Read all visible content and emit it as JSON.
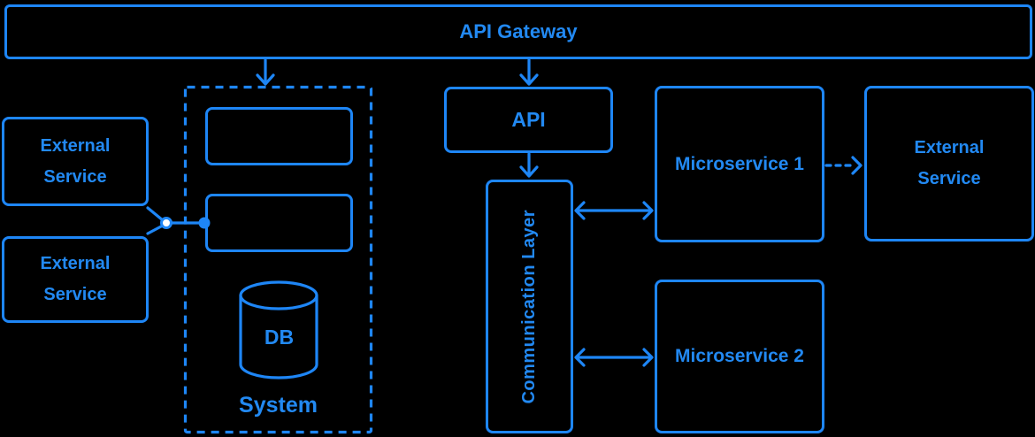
{
  "colors": {
    "background": "#000000",
    "stroke": "#1e86f6",
    "text": "#2289f2",
    "junction_fill": "#ffffff"
  },
  "nodes": {
    "api_gateway": {
      "label": "API Gateway"
    },
    "external_service_left_top": {
      "label": "External Service"
    },
    "external_service_left_bottom": {
      "label": "External Service"
    },
    "system": {
      "label": "System",
      "db_label": "DB"
    },
    "api": {
      "label": "API"
    },
    "communication_layer": {
      "label": "Communication Layer"
    },
    "microservice_1": {
      "label": "Microservice 1"
    },
    "microservice_2": {
      "label": "Microservice 2"
    },
    "external_service_right": {
      "label": "External Service"
    }
  }
}
